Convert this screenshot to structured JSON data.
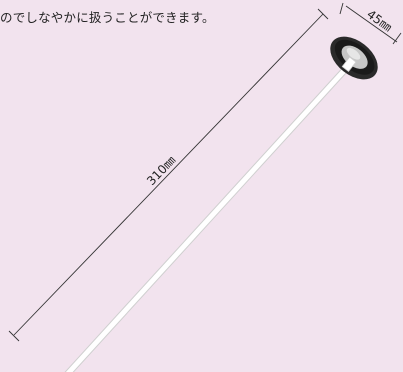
{
  "caption": "のでしなやかに扱うことができます。",
  "dimensions": {
    "length_label": "310㎜",
    "head_diameter_label": "45㎜"
  },
  "colors": {
    "background": "#f2e3ee",
    "handle": "#ffffff",
    "head_rubber": "#222222",
    "head_center": "#c9c9c9",
    "dimension_line": "#333333"
  },
  "icons": [
    "reflex-hammer-illustration"
  ]
}
